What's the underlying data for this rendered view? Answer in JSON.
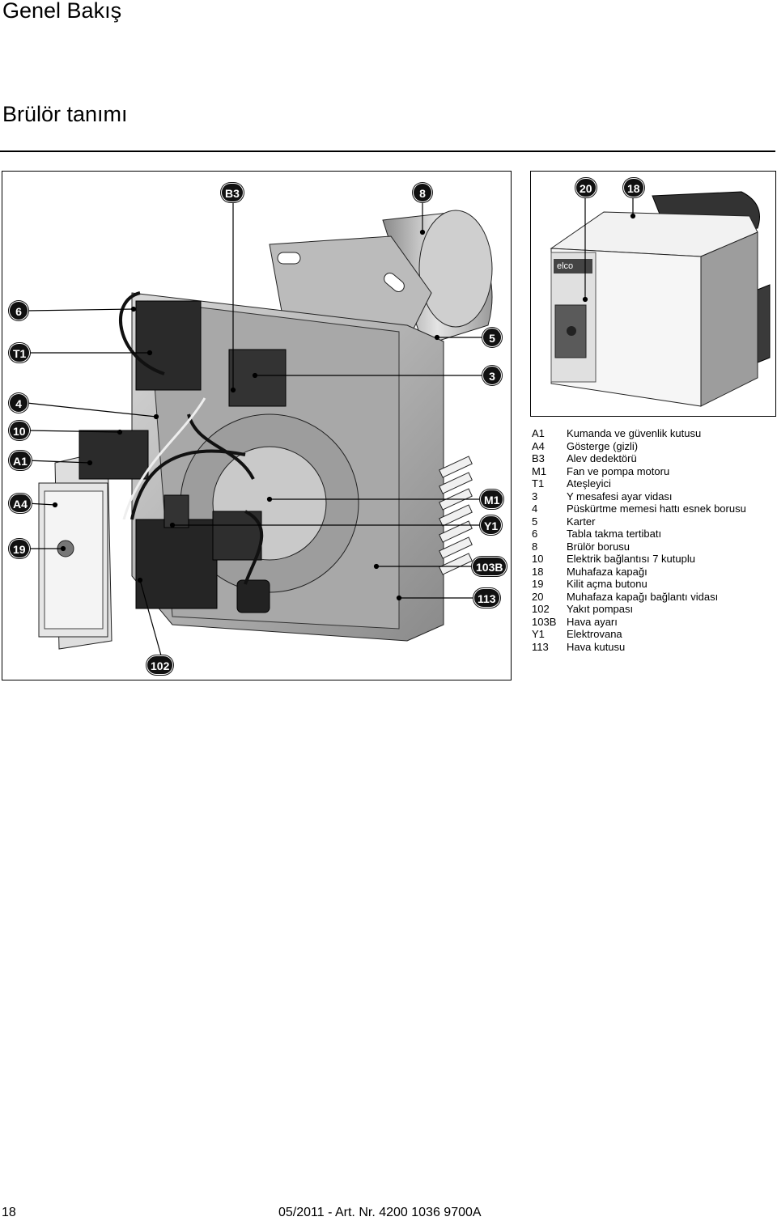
{
  "page": {
    "heading": "Genel Bakış",
    "subheading": "Brülör tanımı"
  },
  "figure_main": {
    "callouts": {
      "b3": "B3",
      "n8": "8",
      "n6": "6",
      "t1": "T1",
      "n4": "4",
      "n10": "10",
      "a1": "A1",
      "a4": "A4",
      "n19": "19",
      "n5": "5",
      "n3": "3",
      "m1": "M1",
      "y1": "Y1",
      "n103b": "103B",
      "n113": "113",
      "n102": "102"
    }
  },
  "figure_side": {
    "callouts": {
      "n20": "20",
      "n18": "18"
    },
    "brand_label": "elco"
  },
  "legend": [
    {
      "code": "A1",
      "text": "Kumanda ve güvenlik kutusu"
    },
    {
      "code": "A4",
      "text": "Gösterge (gizli)"
    },
    {
      "code": "B3",
      "text": "Alev dedektörü"
    },
    {
      "code": "M1",
      "text": "Fan ve pompa motoru"
    },
    {
      "code": "T1",
      "text": "Ateşleyici"
    },
    {
      "code": "3",
      "text": "Y mesafesi ayar vidası"
    },
    {
      "code": "4",
      "text": "Püskürtme memesi hattı esnek borusu"
    },
    {
      "code": "5",
      "text": "Karter"
    },
    {
      "code": "6",
      "text": "Tabla takma tertibatı"
    },
    {
      "code": "8",
      "text": "Brülör borusu"
    },
    {
      "code": "10",
      "text": "Elektrik bağlantısı 7 kutuplu"
    },
    {
      "code": "18",
      "text": "Muhafaza kapağı"
    },
    {
      "code": "19",
      "text": "Kilit açma butonu"
    },
    {
      "code": "20",
      "text": "Muhafaza kapağı bağlantı vidası"
    },
    {
      "code": "102",
      "text": "Yakıt pompası"
    },
    {
      "code": "103B",
      "text": "Hava ayarı"
    },
    {
      "code": "Y1",
      "text": "Elektrovana"
    },
    {
      "code": "113",
      "text": "Hava kutusu"
    }
  ],
  "footer": {
    "page_number": "18",
    "doc_ref": "05/2011 - Art. Nr. 4200 1036 9700A"
  },
  "colors": {
    "badge_fill": "#111111",
    "panel_gray": "#9a9a9a",
    "dark_part": "#2a2a2a"
  }
}
